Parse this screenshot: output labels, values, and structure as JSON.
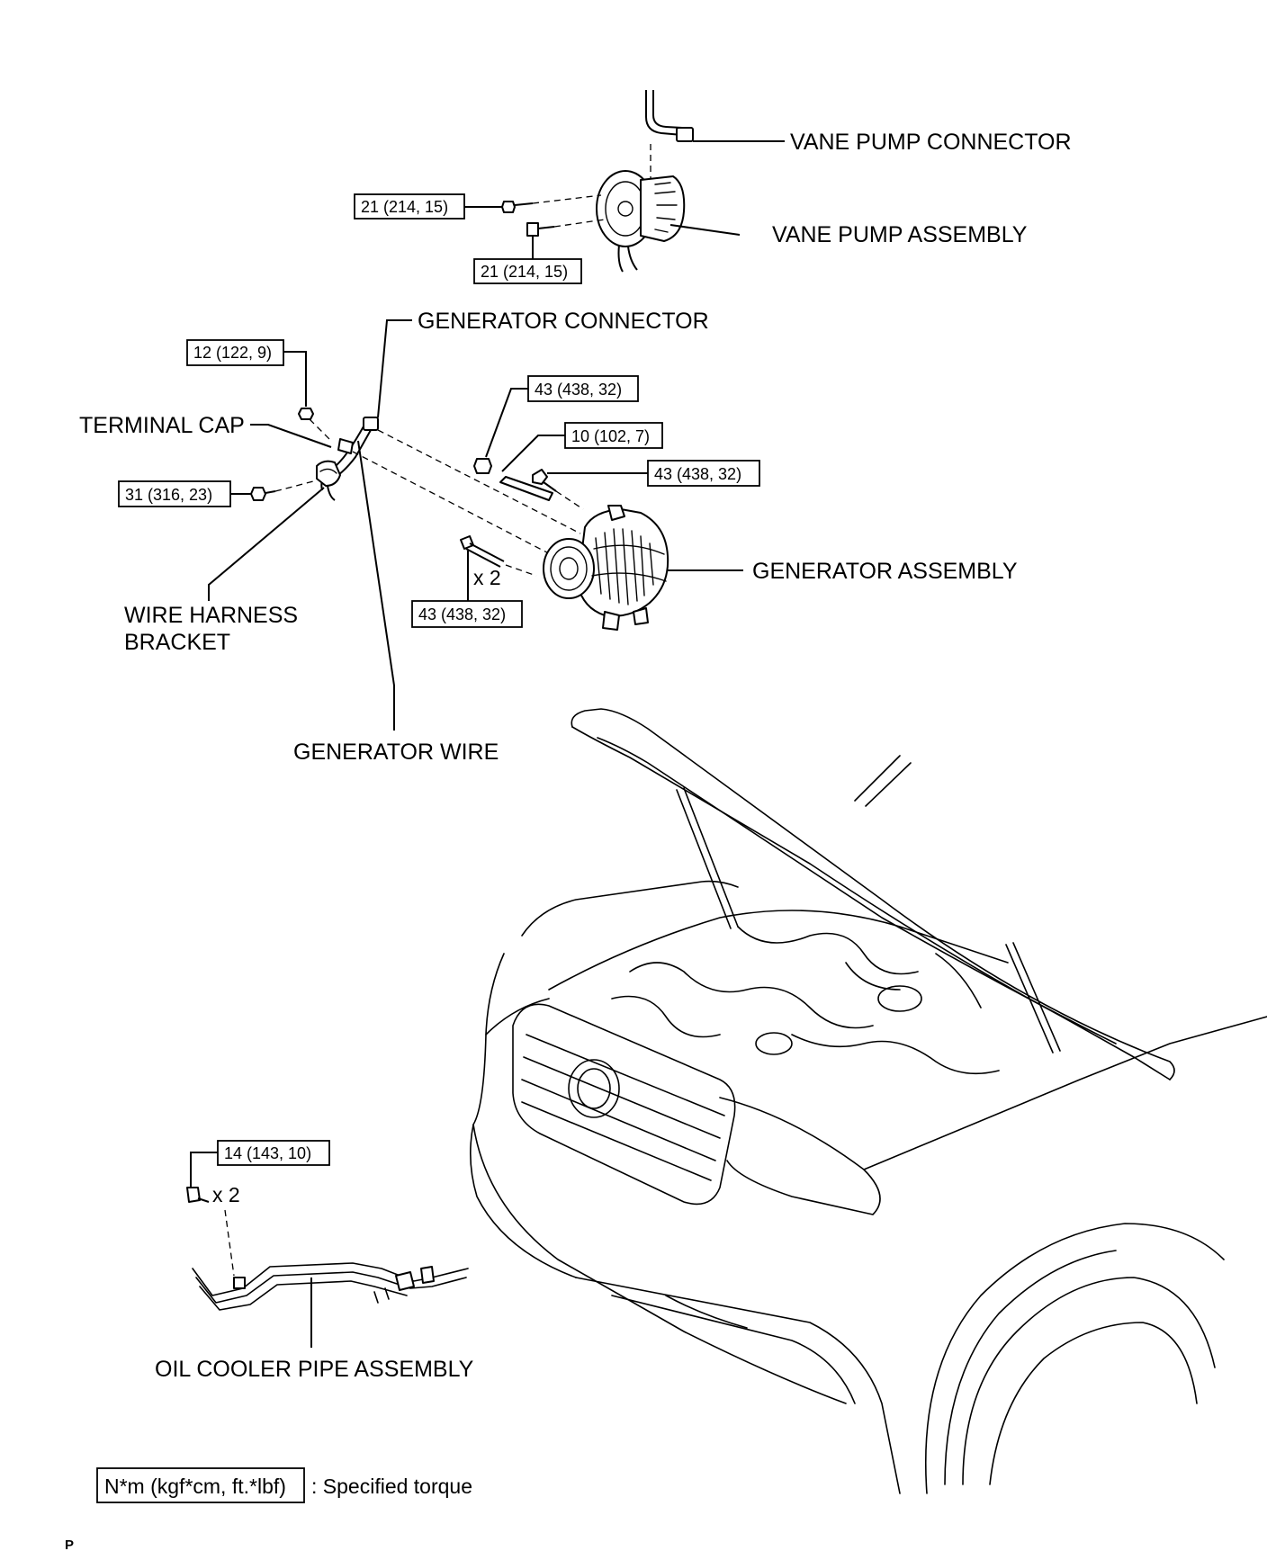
{
  "labels": {
    "vane_pump_connector": "VANE PUMP CONNECTOR",
    "vane_pump_assembly": "VANE PUMP ASSEMBLY",
    "generator_connector": "GENERATOR CONNECTOR",
    "terminal_cap": "TERMINAL CAP",
    "wire_harness_bracket_line1": "WIRE HARNESS",
    "wire_harness_bracket_line2": "BRACKET",
    "generator_assembly": "GENERATOR ASSEMBLY",
    "generator_wire": "GENERATOR WIRE",
    "oil_cooler_pipe_assembly": "OIL COOLER PIPE ASSEMBLY"
  },
  "torques": {
    "vane_pump_bolt_upper": "21 (214, 15)",
    "vane_pump_bolt_lower": "21 (214, 15)",
    "terminal_nut": "12 (122, 9)",
    "bracket_bolt": "31 (316, 23)",
    "generator_nut_top": "43 (438, 32)",
    "generator_stud_bolt": "10 (102, 7)",
    "generator_bolt_right": "43 (438, 32)",
    "generator_bolt_lower": "43 (438, 32)",
    "oil_cooler_bolt": "14 (143, 10)"
  },
  "quantities": {
    "generator_lower_bolt_qty": "x 2",
    "oil_cooler_bolt_qty": "x 2"
  },
  "legend": {
    "unit_box": "N*m (kgf*cm, ft.*lbf)",
    "description": ": Specified torque"
  },
  "page_mark": "P"
}
